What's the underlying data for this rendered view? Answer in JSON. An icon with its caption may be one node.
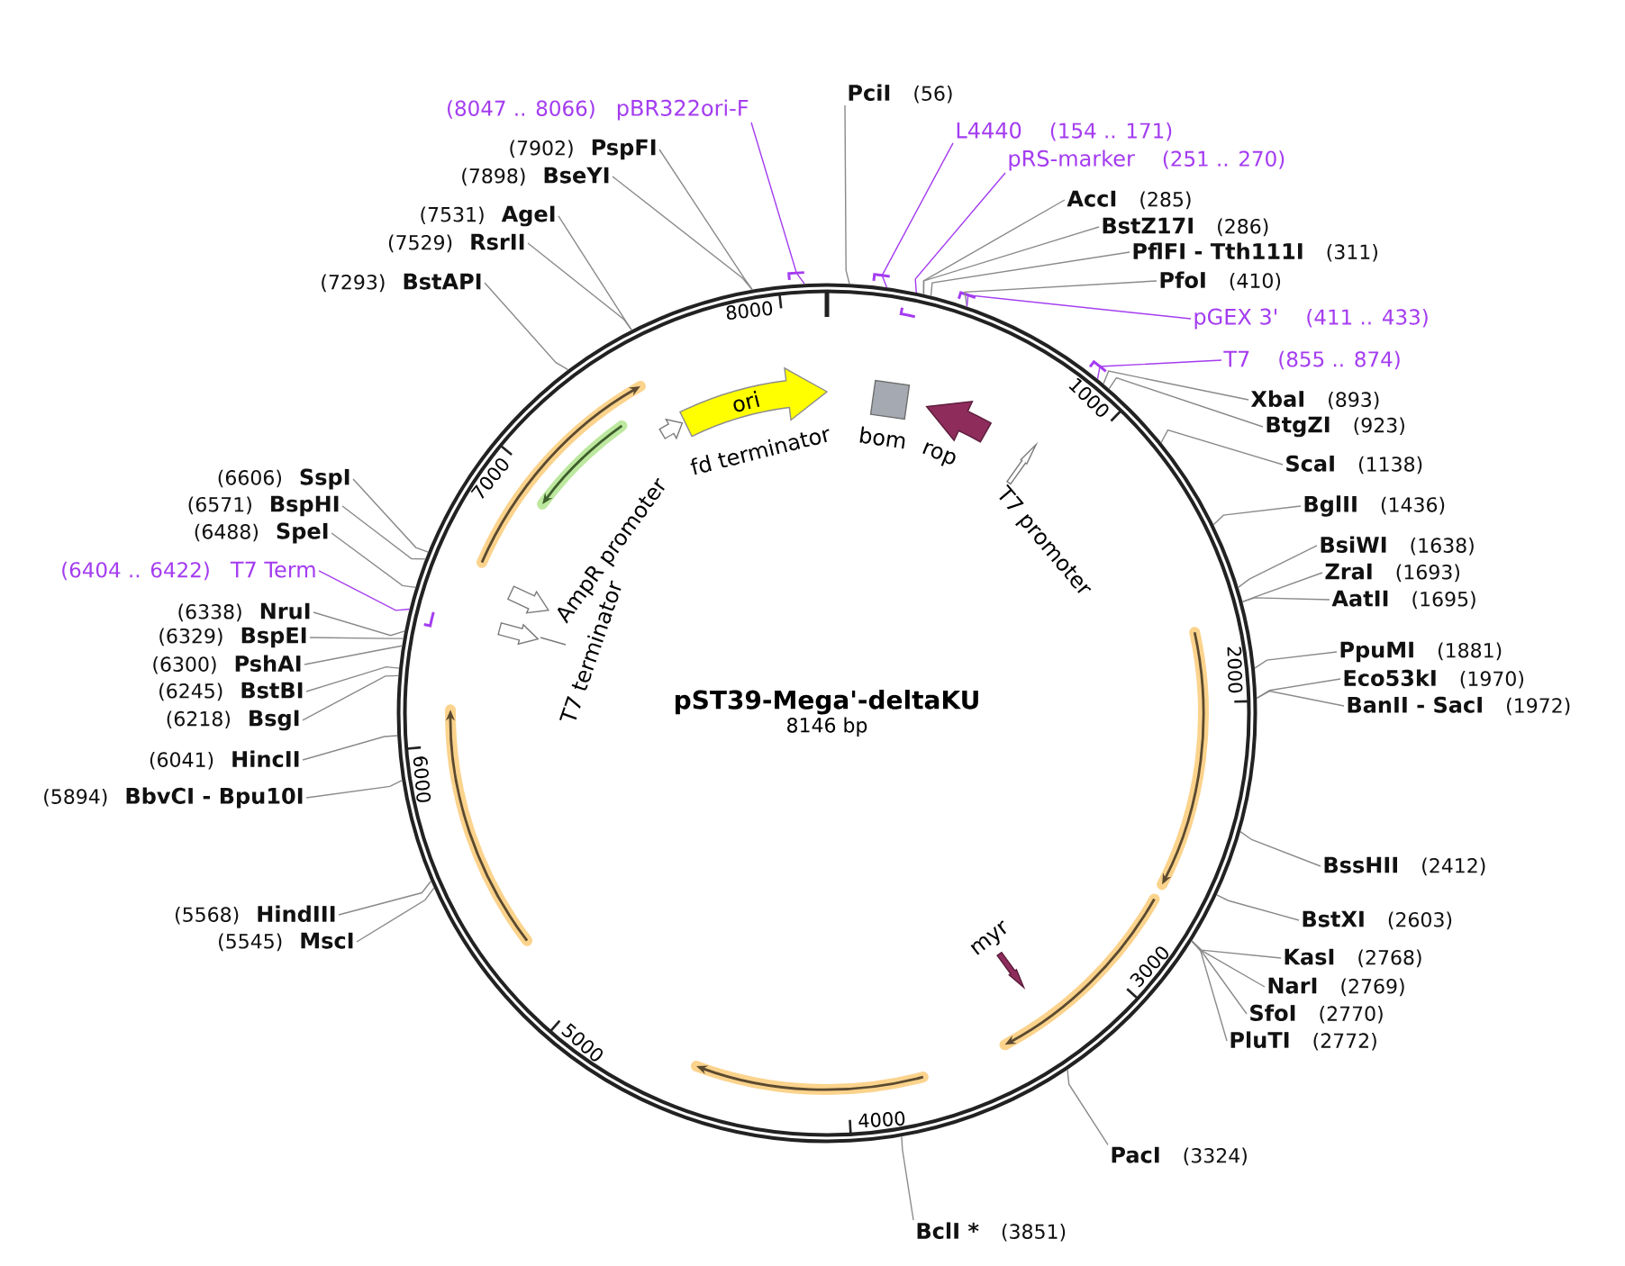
{
  "diagram": {
    "nodes": [
      {
        "text": [
          "pST39-Mega'-deltaKU",
          "8146 bp"
        ]
      },
      {
        "text": [
          "ori"
        ],
        "in": 0
      },
      {
        "text": [
          "fd terminator"
        ],
        "in": 0
      },
      {
        "text": [
          "bom"
        ],
        "in": 0
      },
      {
        "text": [
          "rop"
        ],
        "in": 0
      },
      {
        "text": [
          "T7 promoter"
        ],
        "in": 0
      },
      {
        "text": [
          "myr"
        ],
        "in": 0
      },
      {
        "text": [
          "T7 terminator"
        ],
        "in": 0
      },
      {
        "text": [
          "AmpR promoter"
        ],
        "in": 0
      },
      {
        "text": [
          "PciI",
          "(56)"
        ]
      },
      {
        "text": [
          "L4440",
          "(154 .. 171)"
        ]
      },
      {
        "text": [
          "pRS-marker",
          "(251 .. 270)"
        ]
      },
      {
        "text": [
          "AccI",
          "(285)"
        ]
      },
      {
        "text": [
          "BstZ17I",
          "(286)"
        ]
      },
      {
        "text": [
          "PflFI - Tth111I",
          "(311)"
        ]
      },
      {
        "text": [
          "PfoI",
          "(410)"
        ]
      },
      {
        "text": [
          "pGEX 3'",
          "(411 .. 433)"
        ]
      },
      {
        "text": [
          "T7",
          "(855 .. 874)"
        ]
      },
      {
        "text": [
          "XbaI",
          "(893)"
        ]
      },
      {
        "text": [
          "BtgZI",
          "(923)"
        ]
      },
      {
        "text": [
          "ScaI",
          "(1138)"
        ]
      },
      {
        "text": [
          "BglII",
          "(1436)"
        ]
      },
      {
        "text": [
          "BsiWI",
          "(1638)"
        ]
      },
      {
        "text": [
          "ZraI",
          "(1693)"
        ]
      },
      {
        "text": [
          "AatII",
          "(1695)"
        ]
      },
      {
        "text": [
          "PpuMI",
          "(1881)"
        ]
      },
      {
        "text": [
          "Eco53kI",
          "(1970)"
        ]
      },
      {
        "text": [
          "BanII - SacI",
          "(1972)"
        ]
      },
      {
        "text": [
          "BssHII",
          "(2412)"
        ]
      },
      {
        "text": [
          "BstXI",
          "(2603)"
        ]
      },
      {
        "text": [
          "KasI",
          "(2768)"
        ]
      },
      {
        "text": [
          "NarI",
          "(2769)"
        ]
      },
      {
        "text": [
          "SfoI",
          "(2770)"
        ]
      },
      {
        "text": [
          "PluTI",
          "(2772)"
        ]
      },
      {
        "text": [
          "PacI",
          "(3324)"
        ]
      },
      {
        "text": [
          "BclI *",
          "(3851)"
        ]
      },
      {
        "text": [
          "(5545)",
          "MscI"
        ]
      },
      {
        "text": [
          "(5568)",
          "HindIII"
        ]
      },
      {
        "text": [
          "(5894)",
          "BbvCI - Bpu10I"
        ]
      },
      {
        "text": [
          "(6041)",
          "HincII"
        ]
      },
      {
        "text": [
          "(6218)",
          "BsgI"
        ]
      },
      {
        "text": [
          "(6245)",
          "BstBI"
        ]
      },
      {
        "text": [
          "(6300)",
          "PshAI"
        ]
      },
      {
        "text": [
          "(6329)",
          "BspEI"
        ]
      },
      {
        "text": [
          "(6338)",
          "NruI"
        ]
      },
      {
        "text": [
          "(6404 .. 6422)",
          "T7 Term"
        ]
      },
      {
        "text": [
          "(6488)",
          "SpeI"
        ]
      },
      {
        "text": [
          "(6571)",
          "BspHI"
        ]
      },
      {
        "text": [
          "(6606)",
          "SspI"
        ]
      },
      {
        "text": [
          "(7293)",
          "BstAPI"
        ]
      },
      {
        "text": [
          "(7529)",
          "RsrII"
        ]
      },
      {
        "text": [
          "(7531)",
          "AgeI"
        ]
      },
      {
        "text": [
          "(7898)",
          "BseYI"
        ]
      },
      {
        "text": [
          "(7902)",
          "PspFI"
        ]
      },
      {
        "text": [
          "(8047 .. 8066)",
          "pBR322ori-F"
        ]
      }
    ],
    "edges": [
      {
        "from": 9,
        "to": 0,
        "arrow": "none"
      },
      {
        "from": 10,
        "to": 0,
        "arrow": "none",
        "color": "#a43cf0"
      },
      {
        "from": 11,
        "to": 0,
        "arrow": "none",
        "color": "#a43cf0"
      },
      {
        "from": 12,
        "to": 0,
        "arrow": "none"
      },
      {
        "from": 13,
        "to": 0,
        "arrow": "none"
      },
      {
        "from": 14,
        "to": 0,
        "arrow": "none"
      },
      {
        "from": 15,
        "to": 0,
        "arrow": "none"
      },
      {
        "from": 16,
        "to": 0,
        "arrow": "none",
        "color": "#a43cf0"
      },
      {
        "from": 17,
        "to": 0,
        "arrow": "none",
        "color": "#a43cf0"
      },
      {
        "from": 18,
        "to": 0,
        "arrow": "none"
      },
      {
        "from": 19,
        "to": 0,
        "arrow": "none"
      },
      {
        "from": 20,
        "to": 0,
        "arrow": "none"
      },
      {
        "from": 21,
        "to": 0,
        "arrow": "none"
      },
      {
        "from": 22,
        "to": 0,
        "arrow": "none"
      },
      {
        "from": 23,
        "to": 0,
        "arrow": "none"
      },
      {
        "from": 24,
        "to": 0,
        "arrow": "none"
      },
      {
        "from": 25,
        "to": 0,
        "arrow": "none"
      },
      {
        "from": 26,
        "to": 0,
        "arrow": "none"
      },
      {
        "from": 27,
        "to": 0,
        "arrow": "none"
      },
      {
        "from": 28,
        "to": 0,
        "arrow": "none"
      },
      {
        "from": 29,
        "to": 0,
        "arrow": "none"
      },
      {
        "from": 30,
        "to": 0,
        "arrow": "none"
      },
      {
        "from": 31,
        "to": 0,
        "arrow": "none"
      },
      {
        "from": 32,
        "to": 0,
        "arrow": "none"
      },
      {
        "from": 33,
        "to": 0,
        "arrow": "none"
      },
      {
        "from": 34,
        "to": 0,
        "arrow": "none"
      },
      {
        "from": 35,
        "to": 0,
        "arrow": "none"
      },
      {
        "from": 36,
        "to": 0,
        "arrow": "none"
      },
      {
        "from": 37,
        "to": 0,
        "arrow": "none"
      },
      {
        "from": 38,
        "to": 0,
        "arrow": "none"
      },
      {
        "from": 39,
        "to": 0,
        "arrow": "none"
      },
      {
        "from": 40,
        "to": 0,
        "arrow": "none"
      },
      {
        "from": 41,
        "to": 0,
        "arrow": "none"
      },
      {
        "from": 42,
        "to": 0,
        "arrow": "none"
      },
      {
        "from": 43,
        "to": 0,
        "arrow": "none"
      },
      {
        "from": 44,
        "to": 0,
        "arrow": "none"
      },
      {
        "from": 45,
        "to": 0,
        "arrow": "none",
        "color": "#a43cf0"
      },
      {
        "from": 46,
        "to": 0,
        "arrow": "none"
      },
      {
        "from": 47,
        "to": 0,
        "arrow": "none"
      },
      {
        "from": 48,
        "to": 0,
        "arrow": "none"
      },
      {
        "from": 49,
        "to": 0,
        "arrow": "none"
      },
      {
        "from": 50,
        "to": 0,
        "arrow": "none"
      },
      {
        "from": 51,
        "to": 0,
        "arrow": "none"
      },
      {
        "from": 52,
        "to": 0,
        "arrow": "none"
      },
      {
        "from": 53,
        "to": 0,
        "arrow": "none"
      },
      {
        "from": 54,
        "to": 0,
        "arrow": "none",
        "color": "#a43cf0"
      }
    ],
    "labels": [
      "1000",
      "2000",
      "3000",
      "4000",
      "5000",
      "6000",
      "7000",
      "8000"
    ]
  }
}
